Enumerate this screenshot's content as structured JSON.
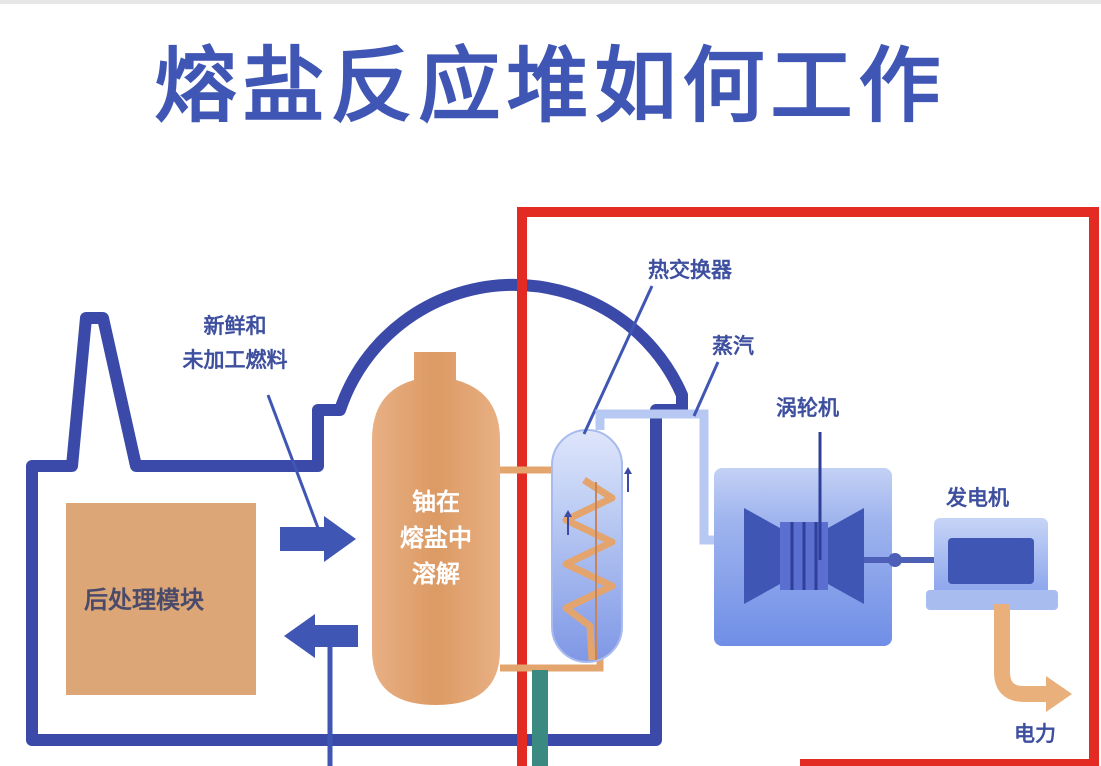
{
  "title": "熔盐反应堆如何工作",
  "labels": {
    "fresh_fuel_line1": "新鲜和",
    "fresh_fuel_line2": "未加工燃料",
    "post_processing": "后处理模块",
    "core_line1": "铀在",
    "core_line2": "熔盐中",
    "core_line3": "溶解",
    "heat_exchanger": "热交换器",
    "steam": "蒸汽",
    "turbine": "涡轮机",
    "generator": "发电机",
    "power": "电力"
  },
  "colors": {
    "title": "#3f56b5",
    "building": "#3b4aa8",
    "highlight_box": "#e32a23",
    "core": "#e1a26f",
    "processing": "#dda676",
    "water": "#7f9ae6",
    "steam_pipe": "#b7c8f2",
    "power_arrow": "#e9b07c"
  }
}
